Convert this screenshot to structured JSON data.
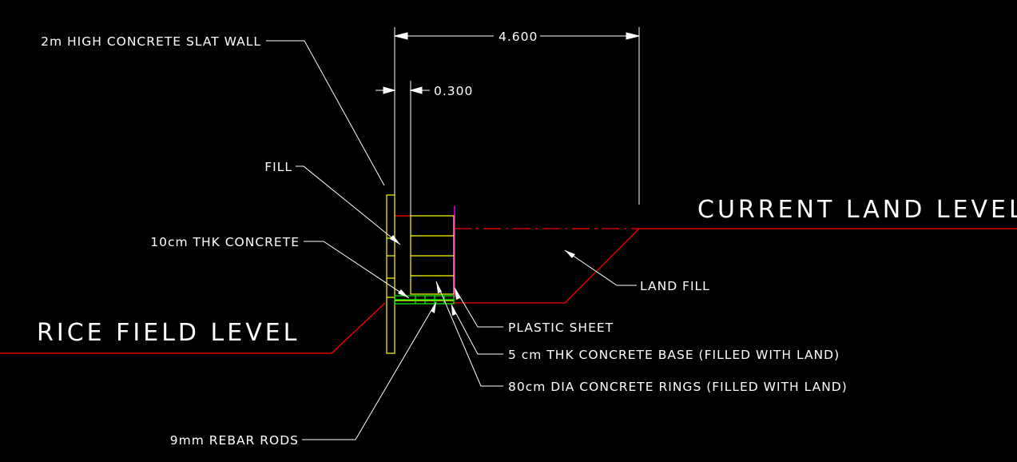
{
  "drawing": {
    "colors": {
      "background": "#000000",
      "ground": "#ff0000",
      "wall": "#ffff00",
      "leader": "#ffffff",
      "rebar": "#00ff00",
      "plastic_sheet": "#ff00ff"
    },
    "levels": {
      "current_land": "CURRENT LAND LEVEL",
      "rice_field": "RICE FIELD LEVEL"
    },
    "dimensions": {
      "total_width": "4.600",
      "wall_thickness": "0.300"
    },
    "labels": {
      "slat_wall": "2m HIGH CONCRETE SLAT WALL",
      "fill": "FILL",
      "concrete_10cm": "10cm THK CONCRETE",
      "land_fill": "LAND FILL",
      "plastic_sheet": "PLASTIC SHEET",
      "concrete_base": "5 cm THK CONCRETE BASE (FILLED WITH LAND)",
      "concrete_rings": "80cm DIA CONCRETE RINGS (FILLED WITH LAND)",
      "rebar_rods": "9mm REBAR RODS"
    }
  }
}
